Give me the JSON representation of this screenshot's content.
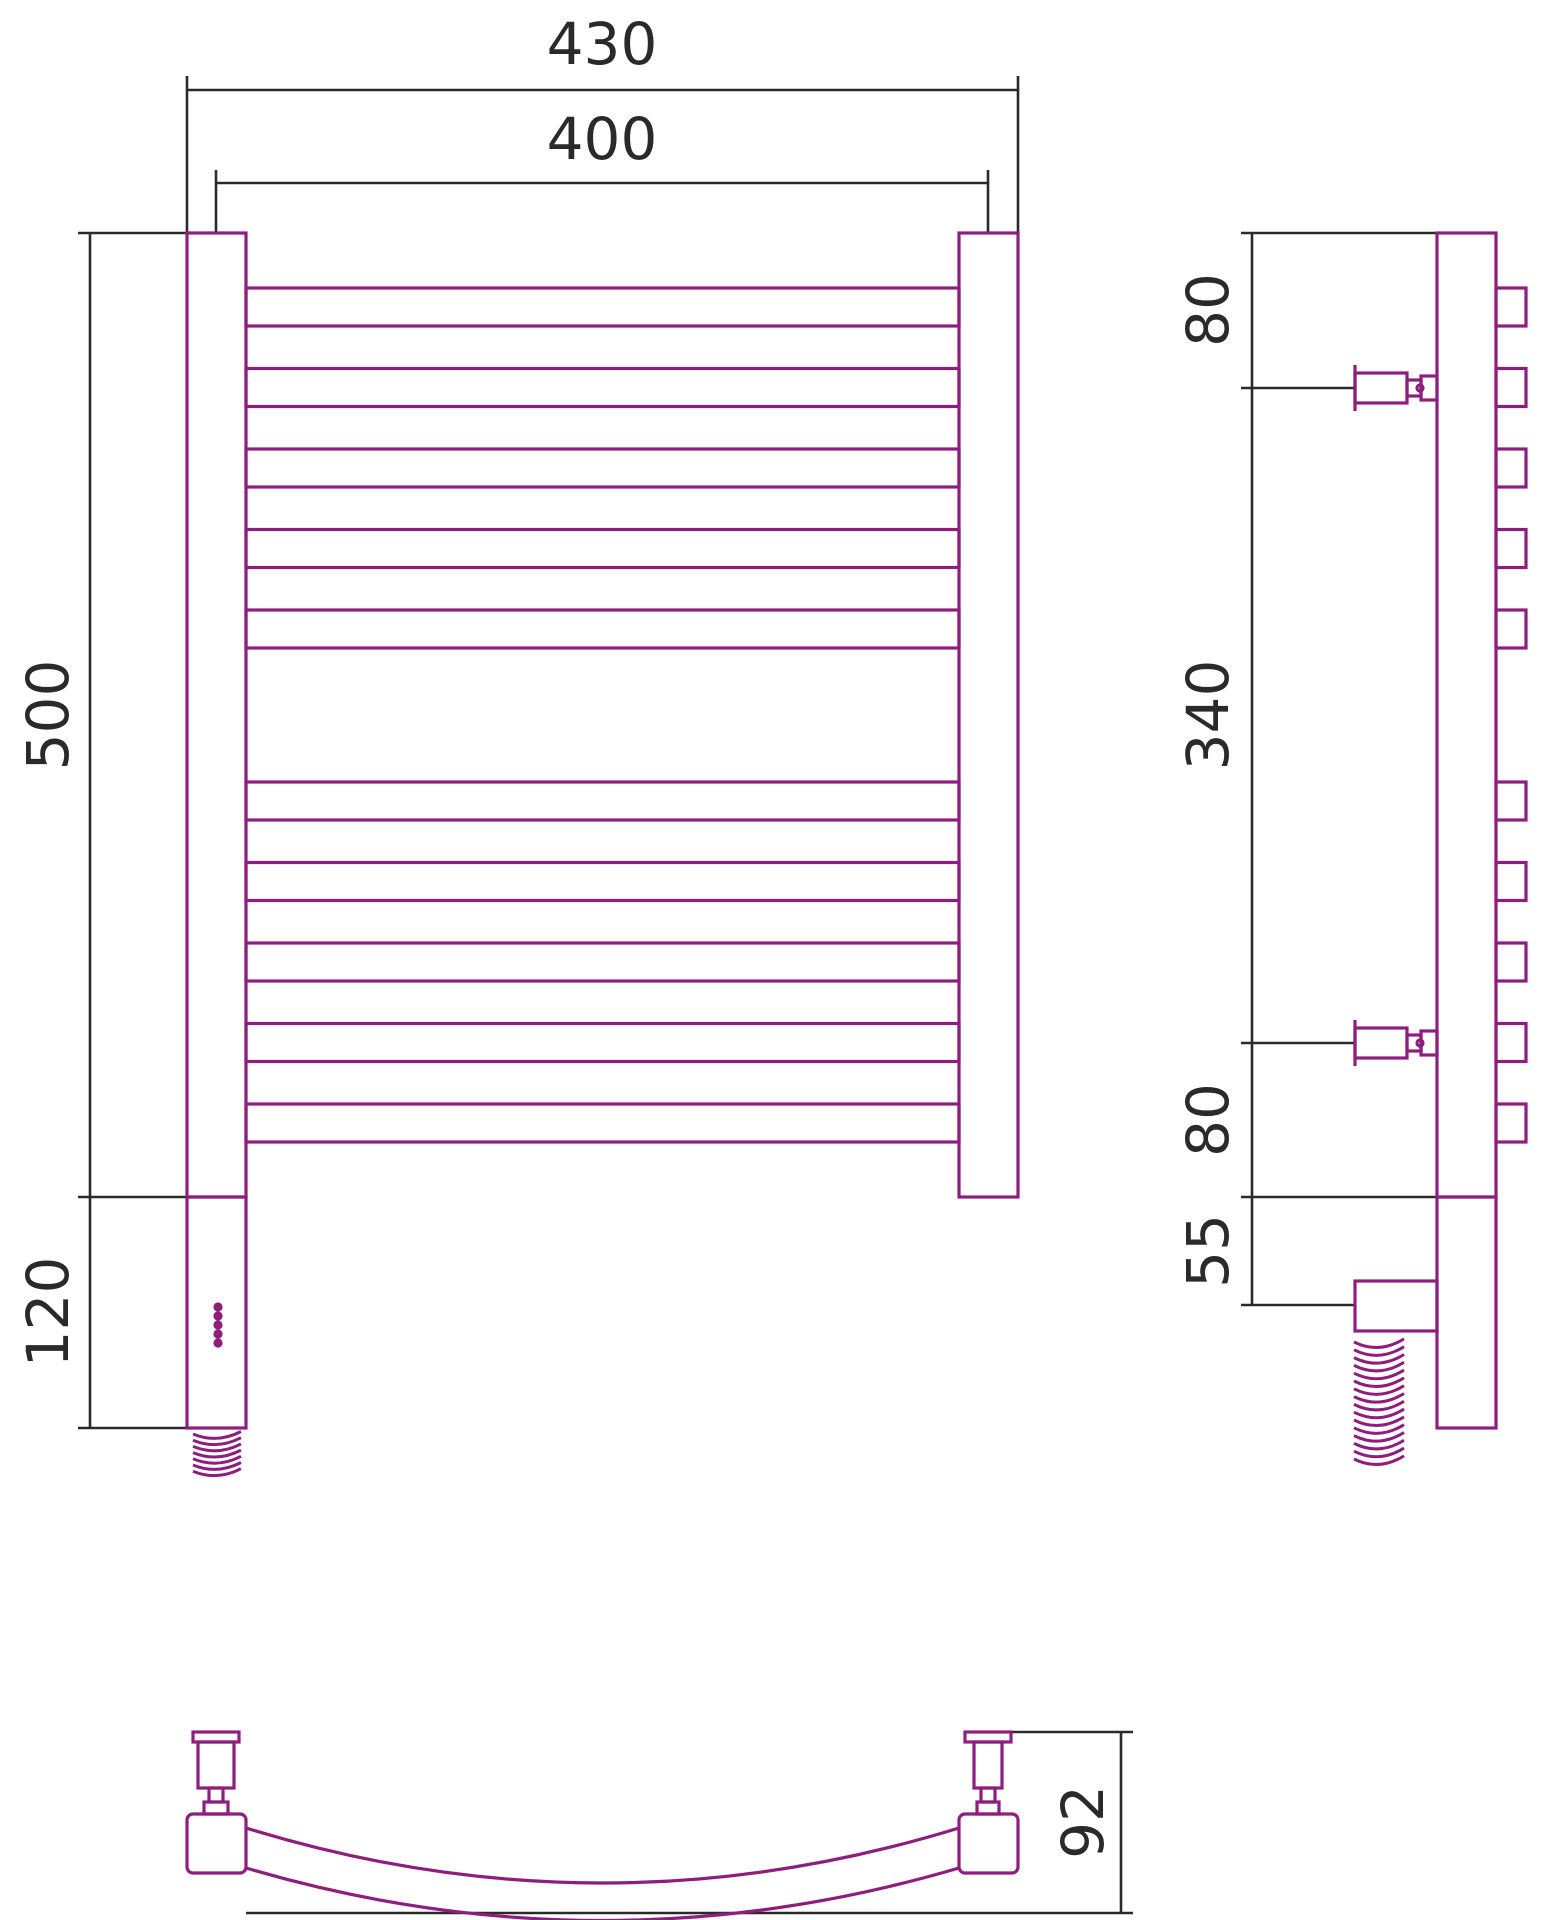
{
  "colors": {
    "product": "#8e1e7e",
    "dimension": "#2a2a2a",
    "background": "#ffffff"
  },
  "dimensions": {
    "overall_width": "430",
    "centre_distance": "400",
    "rail_height": "500",
    "heater_height": "120",
    "top_bracket_offset": "80",
    "bracket_spacing": "340",
    "bottom_bracket_offset": "80",
    "heater_connection": "55",
    "wall_depth": "92"
  },
  "rails": {
    "upper_group_count": 5,
    "lower_group_count": 5
  },
  "indicator_lights": 5
}
